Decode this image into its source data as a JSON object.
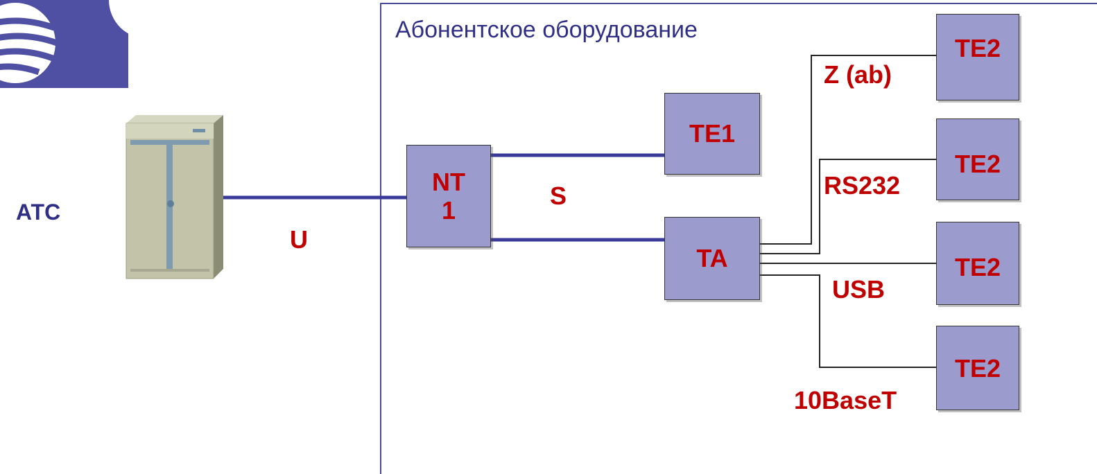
{
  "labels": {
    "atc": "АТС",
    "u_interface": "U",
    "s_interface": "S",
    "subscriber_area_title": "Абонентское оборудование"
  },
  "nodes": {
    "nt1": "NT\n1",
    "te1": "TE1",
    "ta": "TA",
    "te2_top": "TE2",
    "te2_second": "TE2",
    "te2_third": "TE2",
    "te2_bottom": "TE2"
  },
  "interfaces": {
    "z_ab": "Z (ab)",
    "rs232": "RS232",
    "usb": "USB",
    "tenbaset": "10BaseT"
  },
  "colors": {
    "logo": "#4f4fa3",
    "box_fill": "#9b9bcd",
    "thick_link": "#3a3a99",
    "label_red": "#c00000"
  },
  "icons": [
    "logo-globe-icon",
    "server-cabinet-icon"
  ]
}
